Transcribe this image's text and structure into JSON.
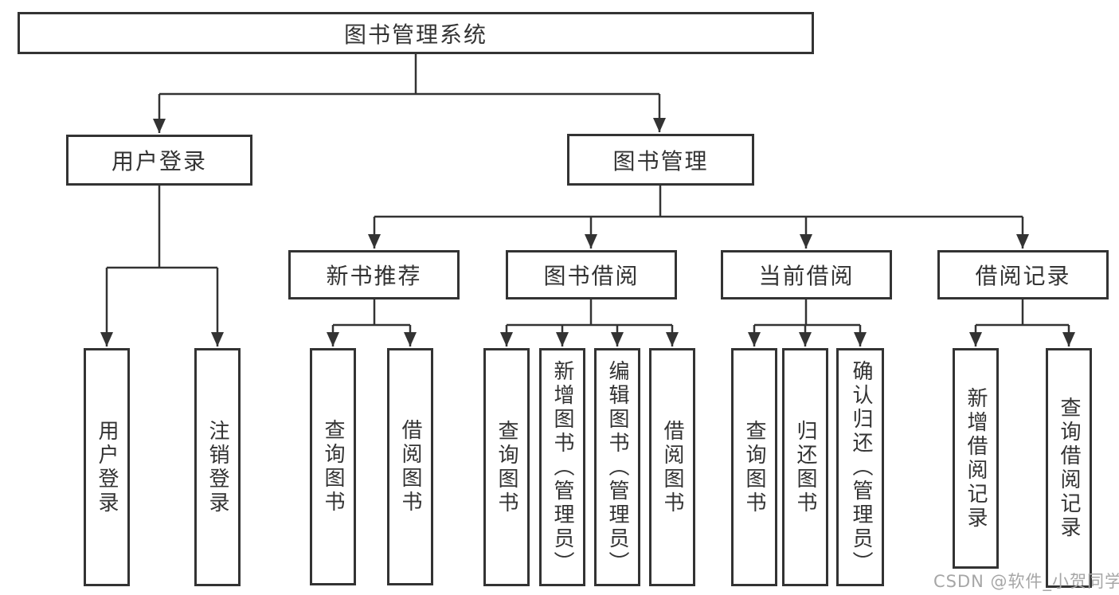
{
  "tree": {
    "root": {
      "label": "图书管理系统"
    },
    "children": [
      {
        "label": "用户登录",
        "children": [
          {
            "label": "用户登录"
          },
          {
            "label": "注销登录"
          }
        ]
      },
      {
        "label": "图书管理",
        "children": [
          {
            "label": "新书推荐",
            "children": [
              {
                "label": "查询图书"
              },
              {
                "label": "借阅图书"
              }
            ]
          },
          {
            "label": "图书借阅",
            "children": [
              {
                "label": "查询图书"
              },
              {
                "label": "新增图书（管理员）"
              },
              {
                "label": "编辑图书（管理员）"
              },
              {
                "label": "借阅图书"
              }
            ]
          },
          {
            "label": "当前借阅",
            "children": [
              {
                "label": "查询图书"
              },
              {
                "label": "归还图书"
              },
              {
                "label": "确认归还（管理员）"
              }
            ]
          },
          {
            "label": "借阅记录",
            "children": [
              {
                "label": "新增借阅记录"
              },
              {
                "label": "查询借阅记录"
              }
            ]
          }
        ]
      }
    ]
  },
  "watermark": {
    "text": "CSDN @软件_小贺同学"
  },
  "colors": {
    "line": "#333333",
    "box_border": "#333333",
    "text": "#333333",
    "background": "#ffffff",
    "watermark": "#a6a6a6"
  }
}
